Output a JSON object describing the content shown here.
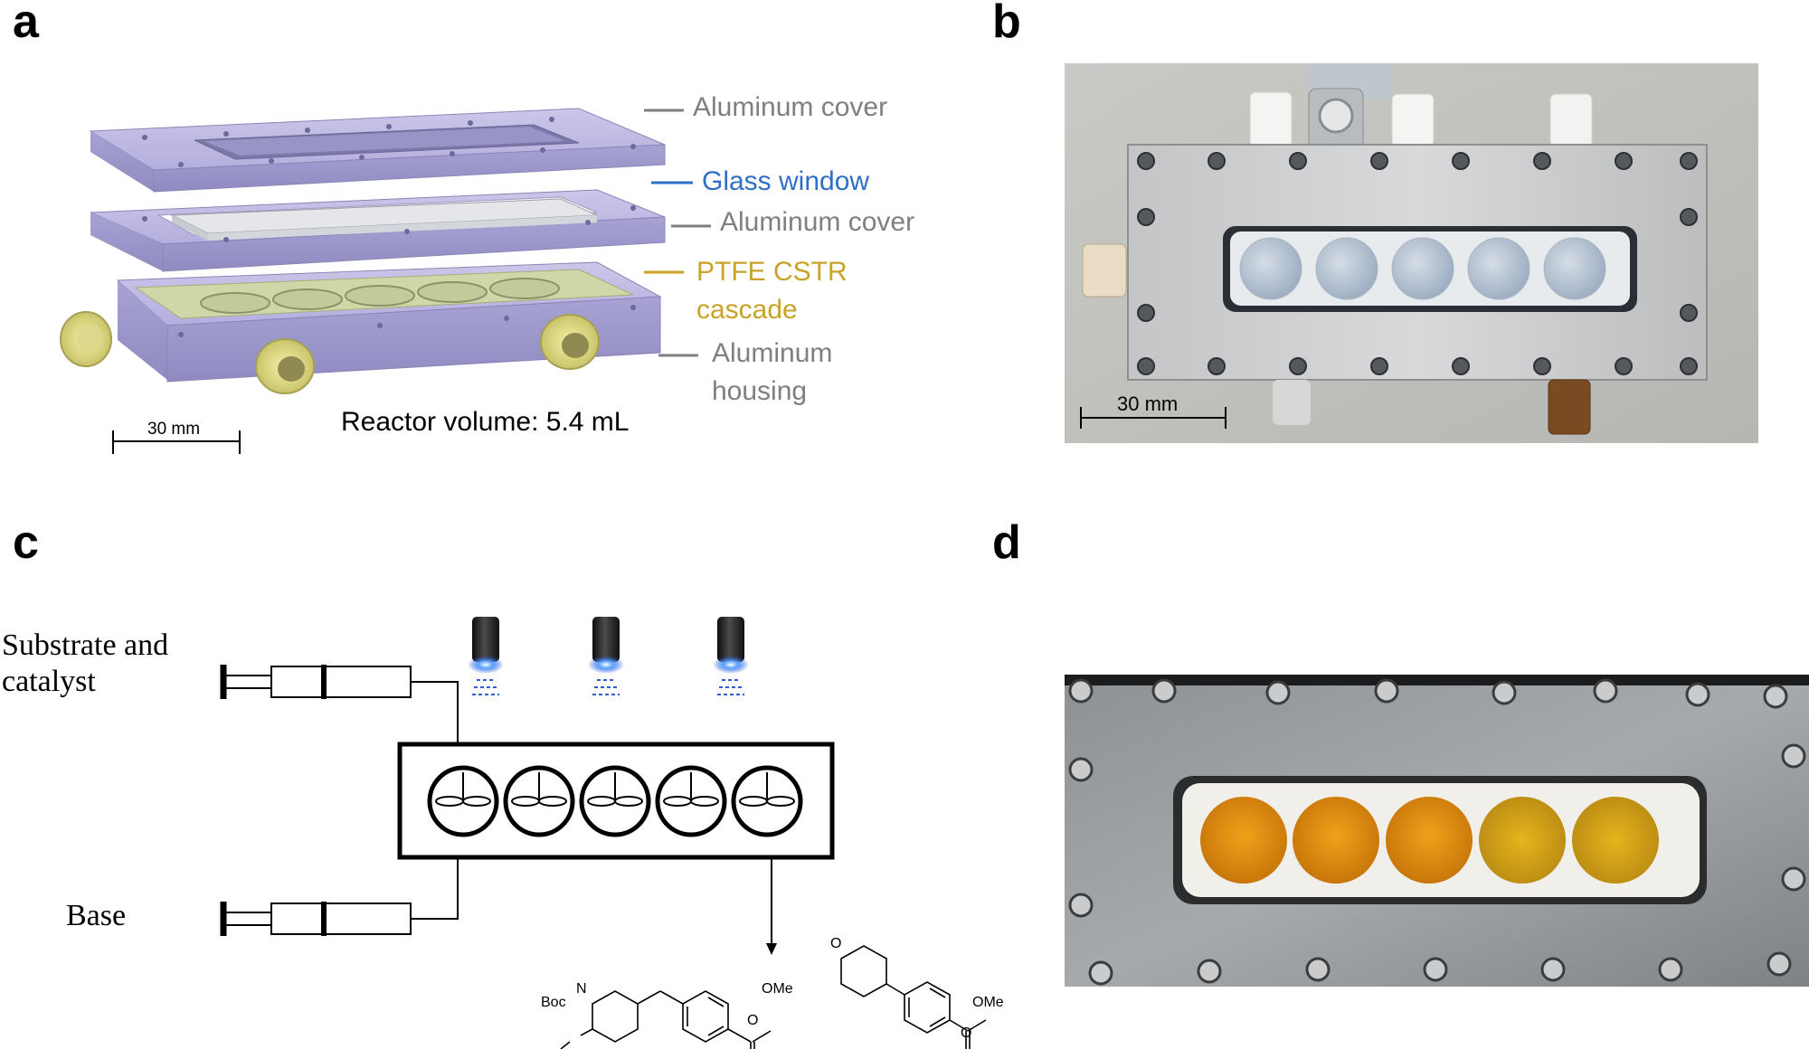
{
  "panels": {
    "a": "a",
    "b": "b",
    "c": "c",
    "d": "d"
  },
  "panel_a": {
    "labels": {
      "aluminum_cover_top": "Aluminum cover",
      "glass_window": "Glass window",
      "aluminum_cover_mid": "Aluminum cover",
      "ptfe_line1": "PTFE CSTR",
      "ptfe_line2": "cascade",
      "housing_line1": "Aluminum",
      "housing_line2": "housing"
    },
    "scale_bar": "30 mm",
    "reactor_volume": "Reactor volume: 5.4 mL",
    "colors": {
      "grey_label": "#7f7f7f",
      "glass": "#2f6fc8",
      "ptfe": "#c9a227",
      "plate": "#b9b4e0"
    }
  },
  "panel_b": {
    "scale_bar": "30 mm"
  },
  "panel_c": {
    "syringe_top_line1": "Substrate and",
    "syringe_top_line2": "catalyst",
    "syringe_bottom": "Base",
    "mol1_boc": "Boc",
    "mol1_n": "N",
    "mol1_ome": "OMe",
    "mol1_o": "O",
    "mol2_o_ring": "O",
    "mol2_ome": "OMe",
    "mol2_o": "O"
  }
}
